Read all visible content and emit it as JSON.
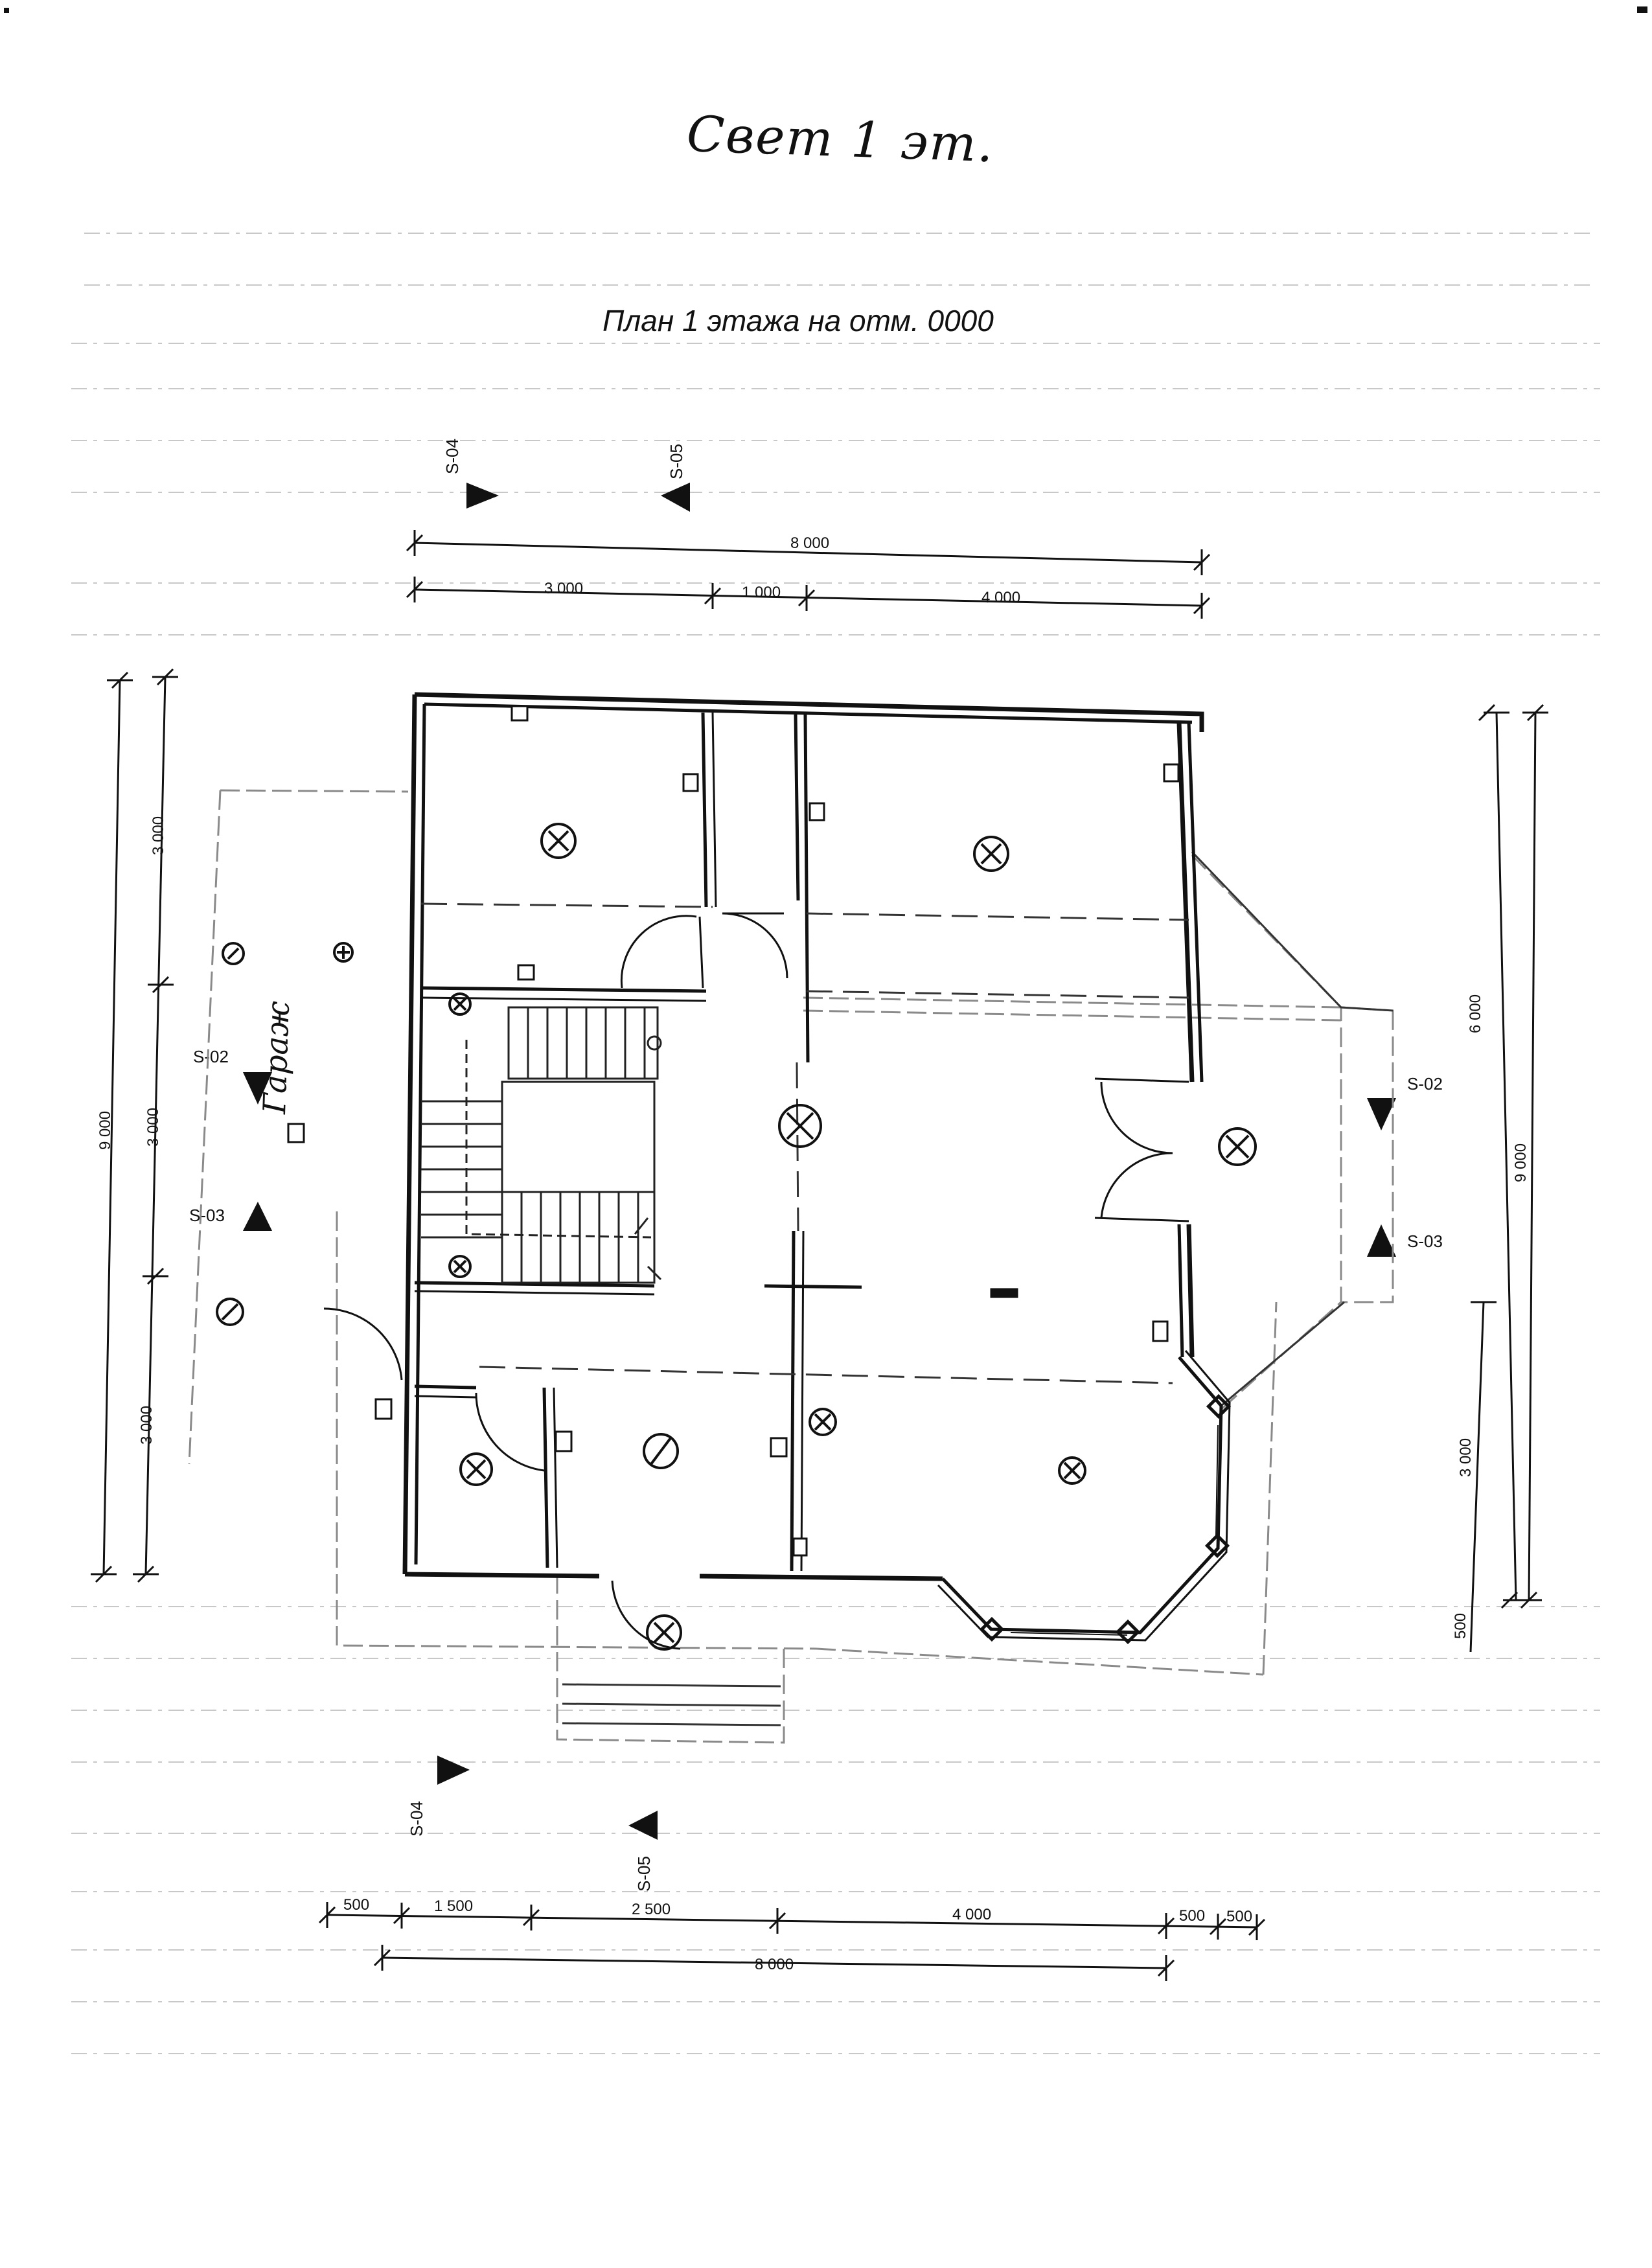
{
  "sheet": {
    "handwritten_title": "Свет 1 эт.",
    "plan_title": "План 1 этажа на отм. 0000"
  },
  "dimensions": {
    "top_overall": "8 000",
    "top_parts": [
      "3 000",
      "1 000",
      "4 000"
    ],
    "bottom_parts": [
      "500",
      "1 500",
      "2 500",
      "4 000",
      "500",
      "500"
    ],
    "bottom_overall": "8 000",
    "left_overall": "9 000",
    "left_parts": [
      "3 000",
      "3 000",
      "3 000"
    ],
    "right_overall": "9 000",
    "right_parts": [
      "6 000",
      "3 000",
      "500"
    ]
  },
  "section_marks": {
    "s04": "S-04",
    "s05": "S-05",
    "s02": "S-02",
    "s03": "S-03"
  },
  "colors": {
    "ink": "#111111",
    "faint": "#9a9a9a",
    "paper": "#ffffff"
  }
}
